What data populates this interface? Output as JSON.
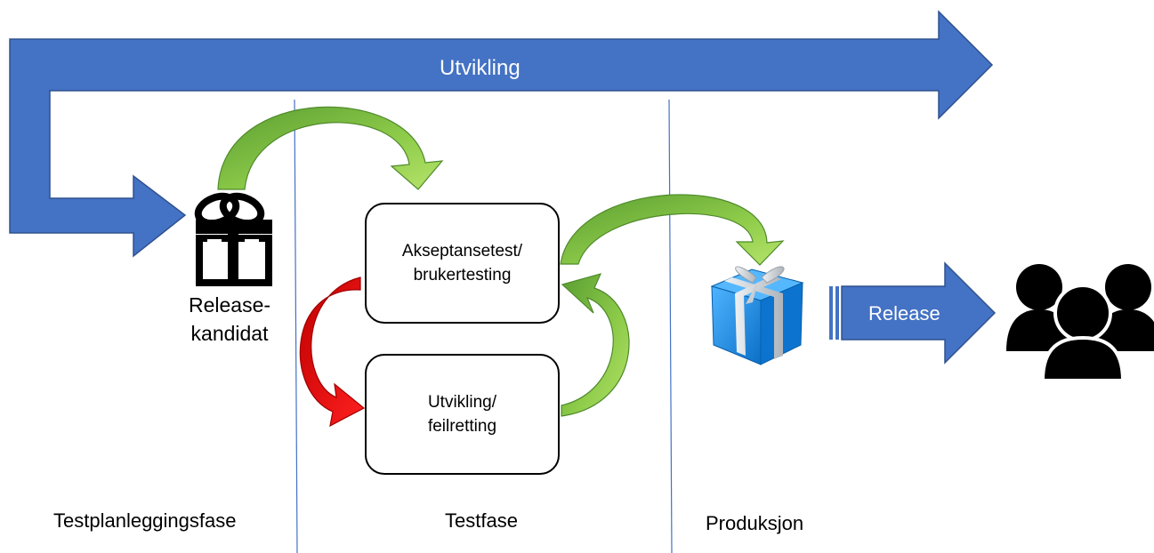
{
  "diagram": {
    "dev_arrow_label": "Utvikling",
    "release_candidate": {
      "line1": "Release-",
      "line2": "kandidat"
    },
    "acceptance_box": {
      "line1": "Akseptansetest/",
      "line2": "brukertesting"
    },
    "fix_box": {
      "line1": "Utvikling/",
      "line2": "feilretting"
    },
    "release_arrow_label": "Release",
    "phases": [
      "Testplanleggingsfase",
      "Testfase",
      "Produksjon"
    ]
  },
  "colors": {
    "blue_arrow": "#4472c4",
    "blue_stroke": "#2f528f",
    "green_arrow": "#70ad47",
    "green_light": "#92d050",
    "red_arrow": "#e00000",
    "divider": "#4472c4",
    "gift_blue": "#1e90e8",
    "ribbon_silver": "#cfd4da"
  },
  "icons": [
    "gift-outline-icon",
    "gift-blue-icon",
    "users-group-icon"
  ]
}
